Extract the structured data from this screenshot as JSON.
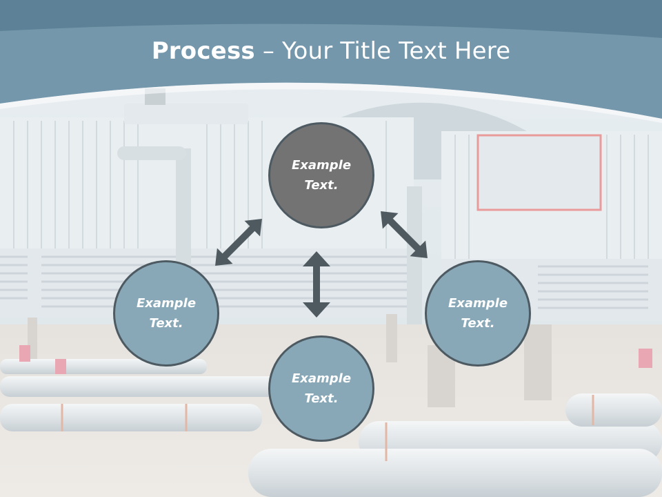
{
  "title": {
    "bold": "Process",
    "rest": " – Your Title Text Here"
  },
  "nodes": {
    "top": "Example Text.",
    "left": "Example Text.",
    "bottom": "Example Text.",
    "right": "Example Text."
  },
  "colors": {
    "header_blue": "#6f95aa",
    "node_top": "#737373",
    "node_side": "#88a8b8",
    "node_border": "#4d5a62",
    "arrow": "#4f5a60"
  },
  "icons": [
    "double-arrow-icon"
  ]
}
